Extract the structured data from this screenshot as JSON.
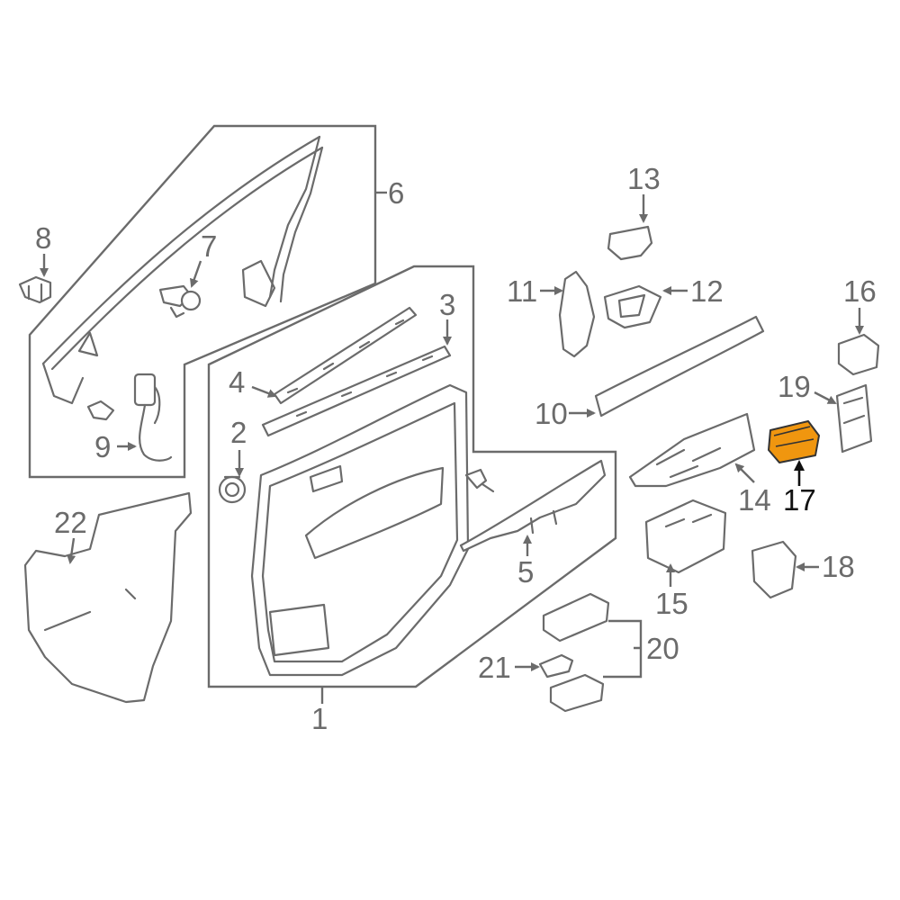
{
  "diagram": {
    "highlight_color": "#f0960f",
    "line_color": "#6b6b6b",
    "callouts": {
      "c1": "1",
      "c2": "2",
      "c3": "3",
      "c4": "4",
      "c5": "5",
      "c6": "6",
      "c7": "7",
      "c8": "8",
      "c9": "9",
      "c10": "10",
      "c11": "11",
      "c12": "12",
      "c13": "13",
      "c14": "14",
      "c15": "15",
      "c16": "16",
      "c17": "17",
      "c18": "18",
      "c19": "19",
      "c20": "20",
      "c21": "21",
      "c22": "22"
    },
    "highlighted_part": "17"
  }
}
